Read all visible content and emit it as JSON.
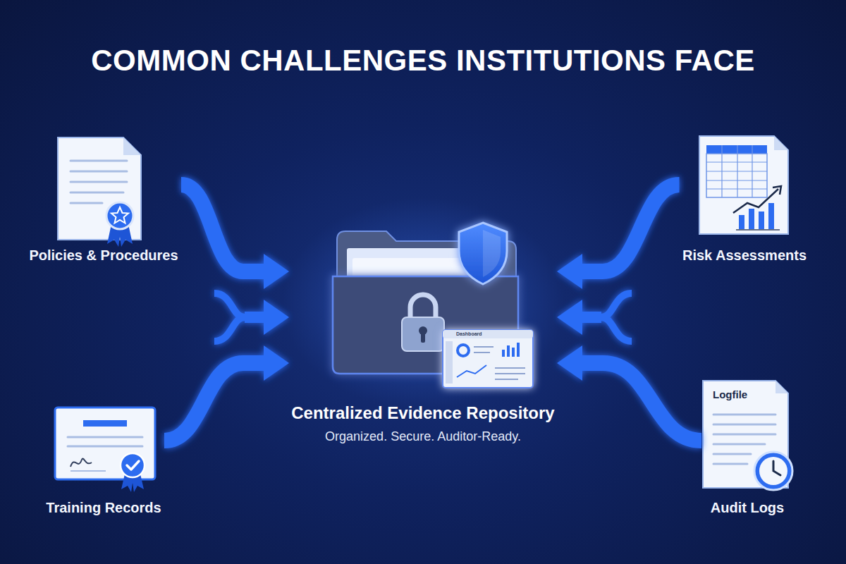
{
  "diagram": {
    "title": "COMMON CHALLENGES INSTITUTIONS FACE",
    "nodes": [
      {
        "text": [
          "Policies & Procedures"
        ]
      },
      {
        "text": [
          "Risk Assessments"
        ]
      },
      {
        "text": [
          "Centralized Evidence Repository",
          "Organized. Secure. Auditor-Ready."
        ]
      },
      {
        "text": [
          "Training Records"
        ]
      },
      {
        "text": [
          "Audit Logs"
        ]
      }
    ],
    "edges": [
      {
        "from": 0,
        "to": 2,
        "arrow": "to"
      },
      {
        "from": 1,
        "to": 2,
        "arrow": "to"
      },
      {
        "from": 3,
        "to": 2,
        "arrow": "to"
      },
      {
        "from": 4,
        "to": 2,
        "arrow": "to"
      }
    ],
    "labels": [
      "Logfile",
      "Dashboard"
    ]
  }
}
